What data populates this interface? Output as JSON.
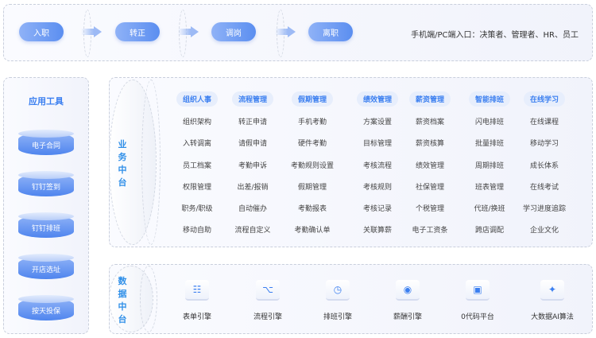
{
  "flow": {
    "steps": [
      "入职",
      "转正",
      "调岗",
      "离职"
    ],
    "entry_text": "手机端/PC端入口：决策者、管理者、HR、员工"
  },
  "tools": {
    "title": "应用工具",
    "items": [
      "电子合同",
      "钉钉签到",
      "钉钉排班",
      "开店选址",
      "按天投保"
    ]
  },
  "business": {
    "label": [
      "业",
      "务",
      "中",
      "台"
    ],
    "columns": [
      {
        "header": "组织人事",
        "items": [
          "组织架构",
          "入转调离",
          "员工档案",
          "权限管理",
          "职务/职级",
          "移动自助"
        ]
      },
      {
        "header": "流程管理",
        "items": [
          "转正申请",
          "请假申请",
          "考勤申诉",
          "出差/报销",
          "自动催办",
          "流程自定义"
        ]
      },
      {
        "header": "假期管理",
        "items": [
          "手机考勤",
          "硬件考勤",
          "考勤规则设置",
          "假期管理",
          "考勤报表",
          "考勤确认单"
        ]
      },
      {
        "header": "绩效管理",
        "items": [
          "方案设置",
          "目标管理",
          "考核流程",
          "考核规则",
          "考核记录",
          "关联算薪"
        ]
      },
      {
        "header": "薪资管理",
        "items": [
          "薪资档案",
          "薪资核算",
          "绩效管理",
          "社保管理",
          "个税管理",
          "电子工资条"
        ]
      },
      {
        "header": "智能排班",
        "items": [
          "闪电排班",
          "批量排班",
          "周期排班",
          "班表管理",
          "代班/换班",
          "跨店调配"
        ]
      },
      {
        "header": "在线学习",
        "items": [
          "在线课程",
          "移动学习",
          "成长体系",
          "在线考试",
          "学习进度追踪",
          "企业文化"
        ]
      }
    ]
  },
  "data_platform": {
    "label": [
      "数",
      "据",
      "中",
      "台"
    ],
    "engines": [
      {
        "label": "表单引擎",
        "icon": "form-list-icon"
      },
      {
        "label": "流程引擎",
        "icon": "flow-icon"
      },
      {
        "label": "排班引擎",
        "icon": "clock-icon"
      },
      {
        "label": "薪酬引擎",
        "icon": "coin-icon"
      },
      {
        "label": "0代码平台",
        "icon": "terminal-icon"
      },
      {
        "label": "大数据AI算法",
        "icon": "sparkle-icon"
      }
    ]
  }
}
